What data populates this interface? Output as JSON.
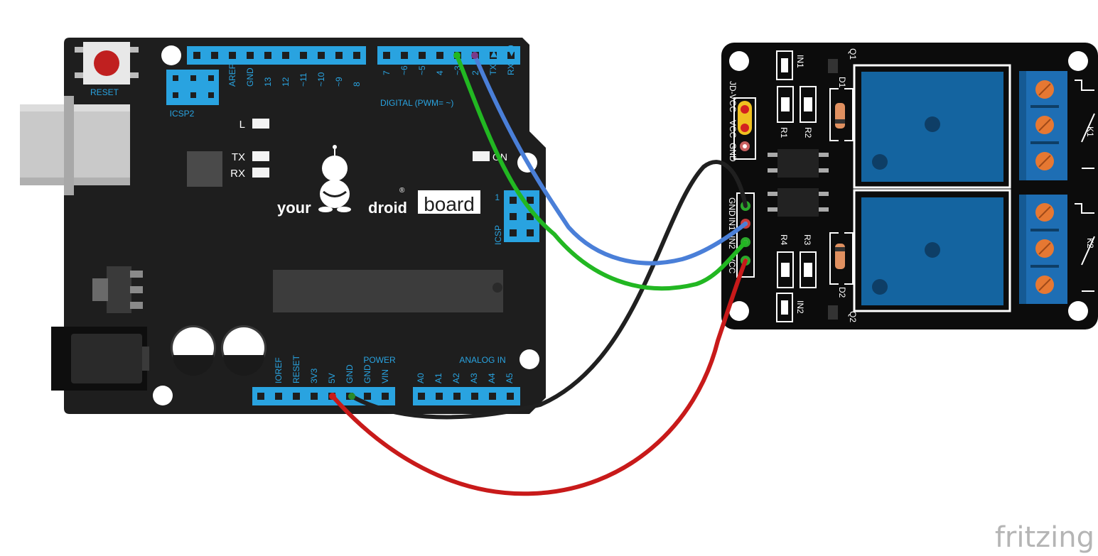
{
  "arduino": {
    "reset_label": "RESET",
    "icsp2_label": "ICSP2",
    "icsp_label": "ICSP",
    "icsp_pin1": "1",
    "led_l": "L",
    "led_tx": "TX",
    "led_rx": "RX",
    "led_on": "ON",
    "logo_your": "your",
    "logo_droid": "droid",
    "logo_board": "board",
    "logo_reg": "®",
    "digital_caption": "DIGITAL (PWM= ~)",
    "top_header_left": [
      "AREF",
      "GND",
      "13",
      "12",
      "~11",
      "~10",
      "~9",
      "8"
    ],
    "top_header_right": [
      "7",
      "~6",
      "~5",
      "4",
      "~3",
      "2",
      "TX0 ▶1",
      "RX0 ◀0"
    ],
    "power_caption": "POWER",
    "power_pins": [
      "IOREF",
      "RESET",
      "3V3",
      "5V",
      "GND",
      "GND",
      "VIN"
    ],
    "analog_caption": "ANALOG IN",
    "analog_pins": [
      "A0",
      "A1",
      "A2",
      "A3",
      "A4",
      "A5"
    ]
  },
  "relay": {
    "jd_header": [
      "JD-VCC",
      "VCC",
      "GND"
    ],
    "input_pins": [
      "GND",
      "IN1",
      "IN2",
      "VCC"
    ],
    "labels": {
      "in1": "IN1",
      "in2": "IN2",
      "q1": "Q1",
      "q2": "Q2",
      "d1": "D1",
      "d2": "D2",
      "r1": "R1",
      "r2": "R2",
      "r3": "R3",
      "r4": "R4",
      "k1": "K1",
      "k2": "K2"
    }
  },
  "wires": [
    {
      "from": "arduino-pin-3",
      "to": "relay-IN2",
      "color": "#22b722"
    },
    {
      "from": "arduino-pin-2",
      "to": "relay-IN1",
      "color": "#4a7fd8"
    },
    {
      "from": "arduino-GND",
      "to": "relay-GND",
      "color": "#202020"
    },
    {
      "from": "arduino-5V",
      "to": "relay-VCC",
      "color": "#c81a1a"
    }
  ],
  "colors": {
    "board": "#1e1e1e",
    "header": "#29a3e0",
    "relay_coil": "#1464a0",
    "terminal": "#1e6eb4",
    "screw": "#e67832"
  },
  "watermark": "fritzing"
}
